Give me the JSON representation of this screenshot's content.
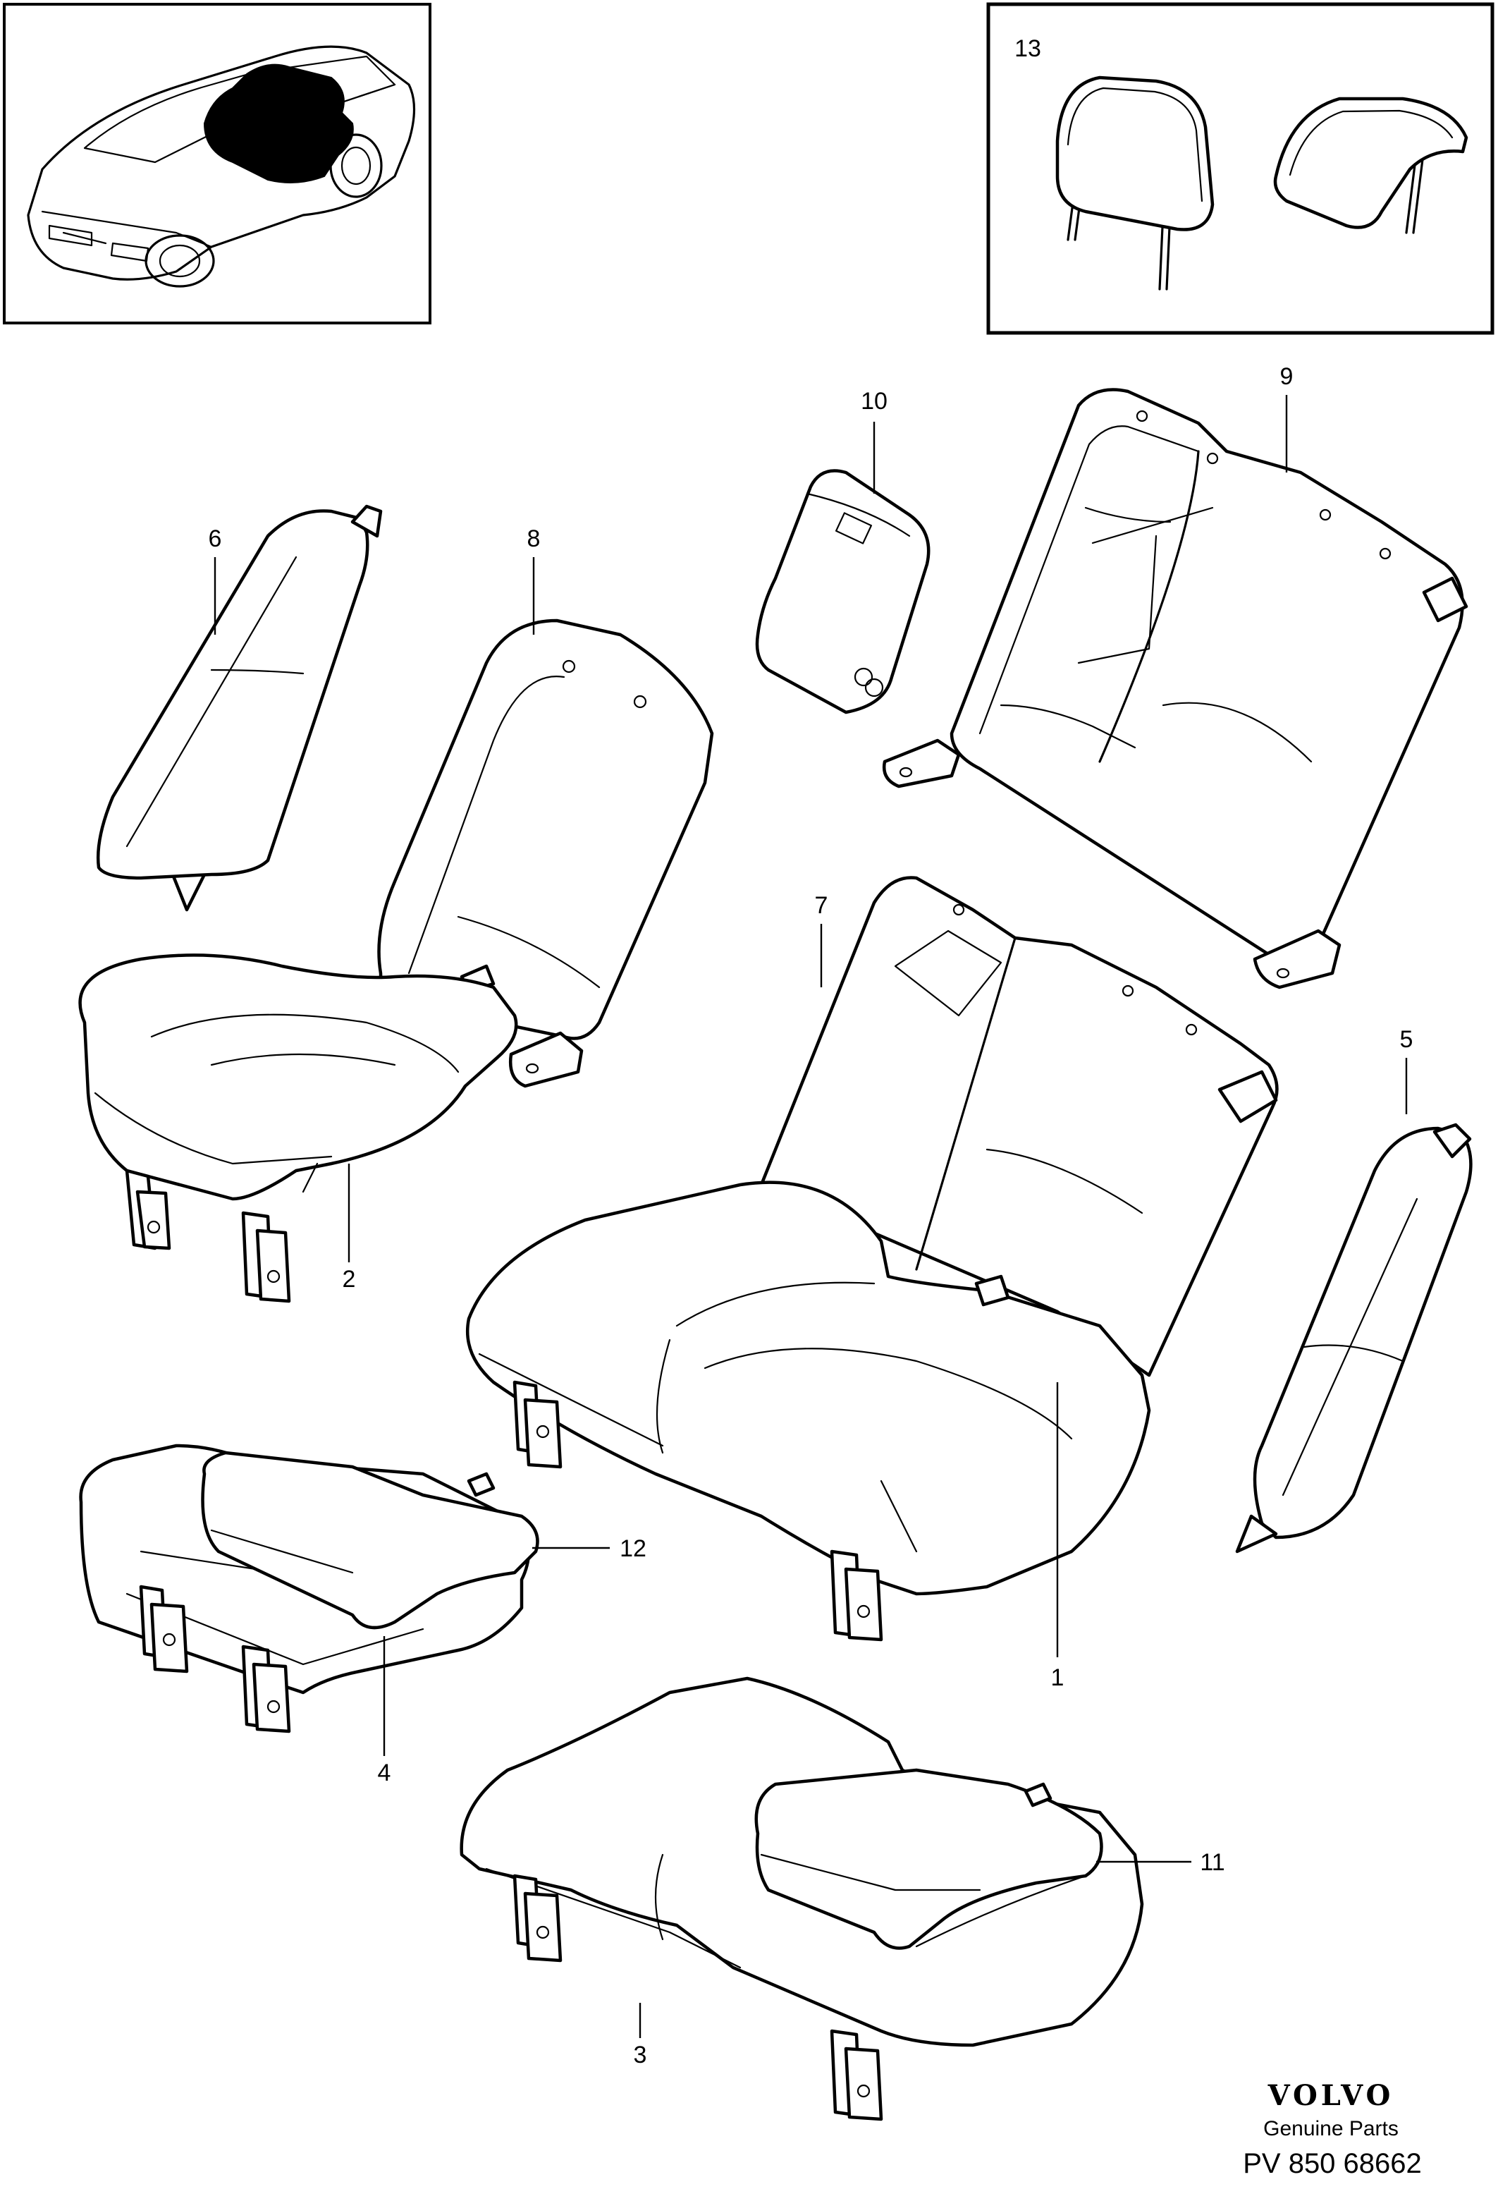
{
  "callouts": {
    "c1": "1",
    "c2": "2",
    "c3": "3",
    "c4": "4",
    "c5": "5",
    "c6": "6",
    "c7": "7",
    "c8": "8",
    "c9": "9",
    "c10": "10",
    "c11": "11",
    "c12": "12",
    "c13": "13"
  },
  "brand": {
    "logo": "VOLVO",
    "subtitle": "Genuine Parts",
    "reference": "PV 850 68662"
  },
  "colors": {
    "line": "#000000",
    "background": "#ffffff",
    "highlight": "#000000"
  }
}
